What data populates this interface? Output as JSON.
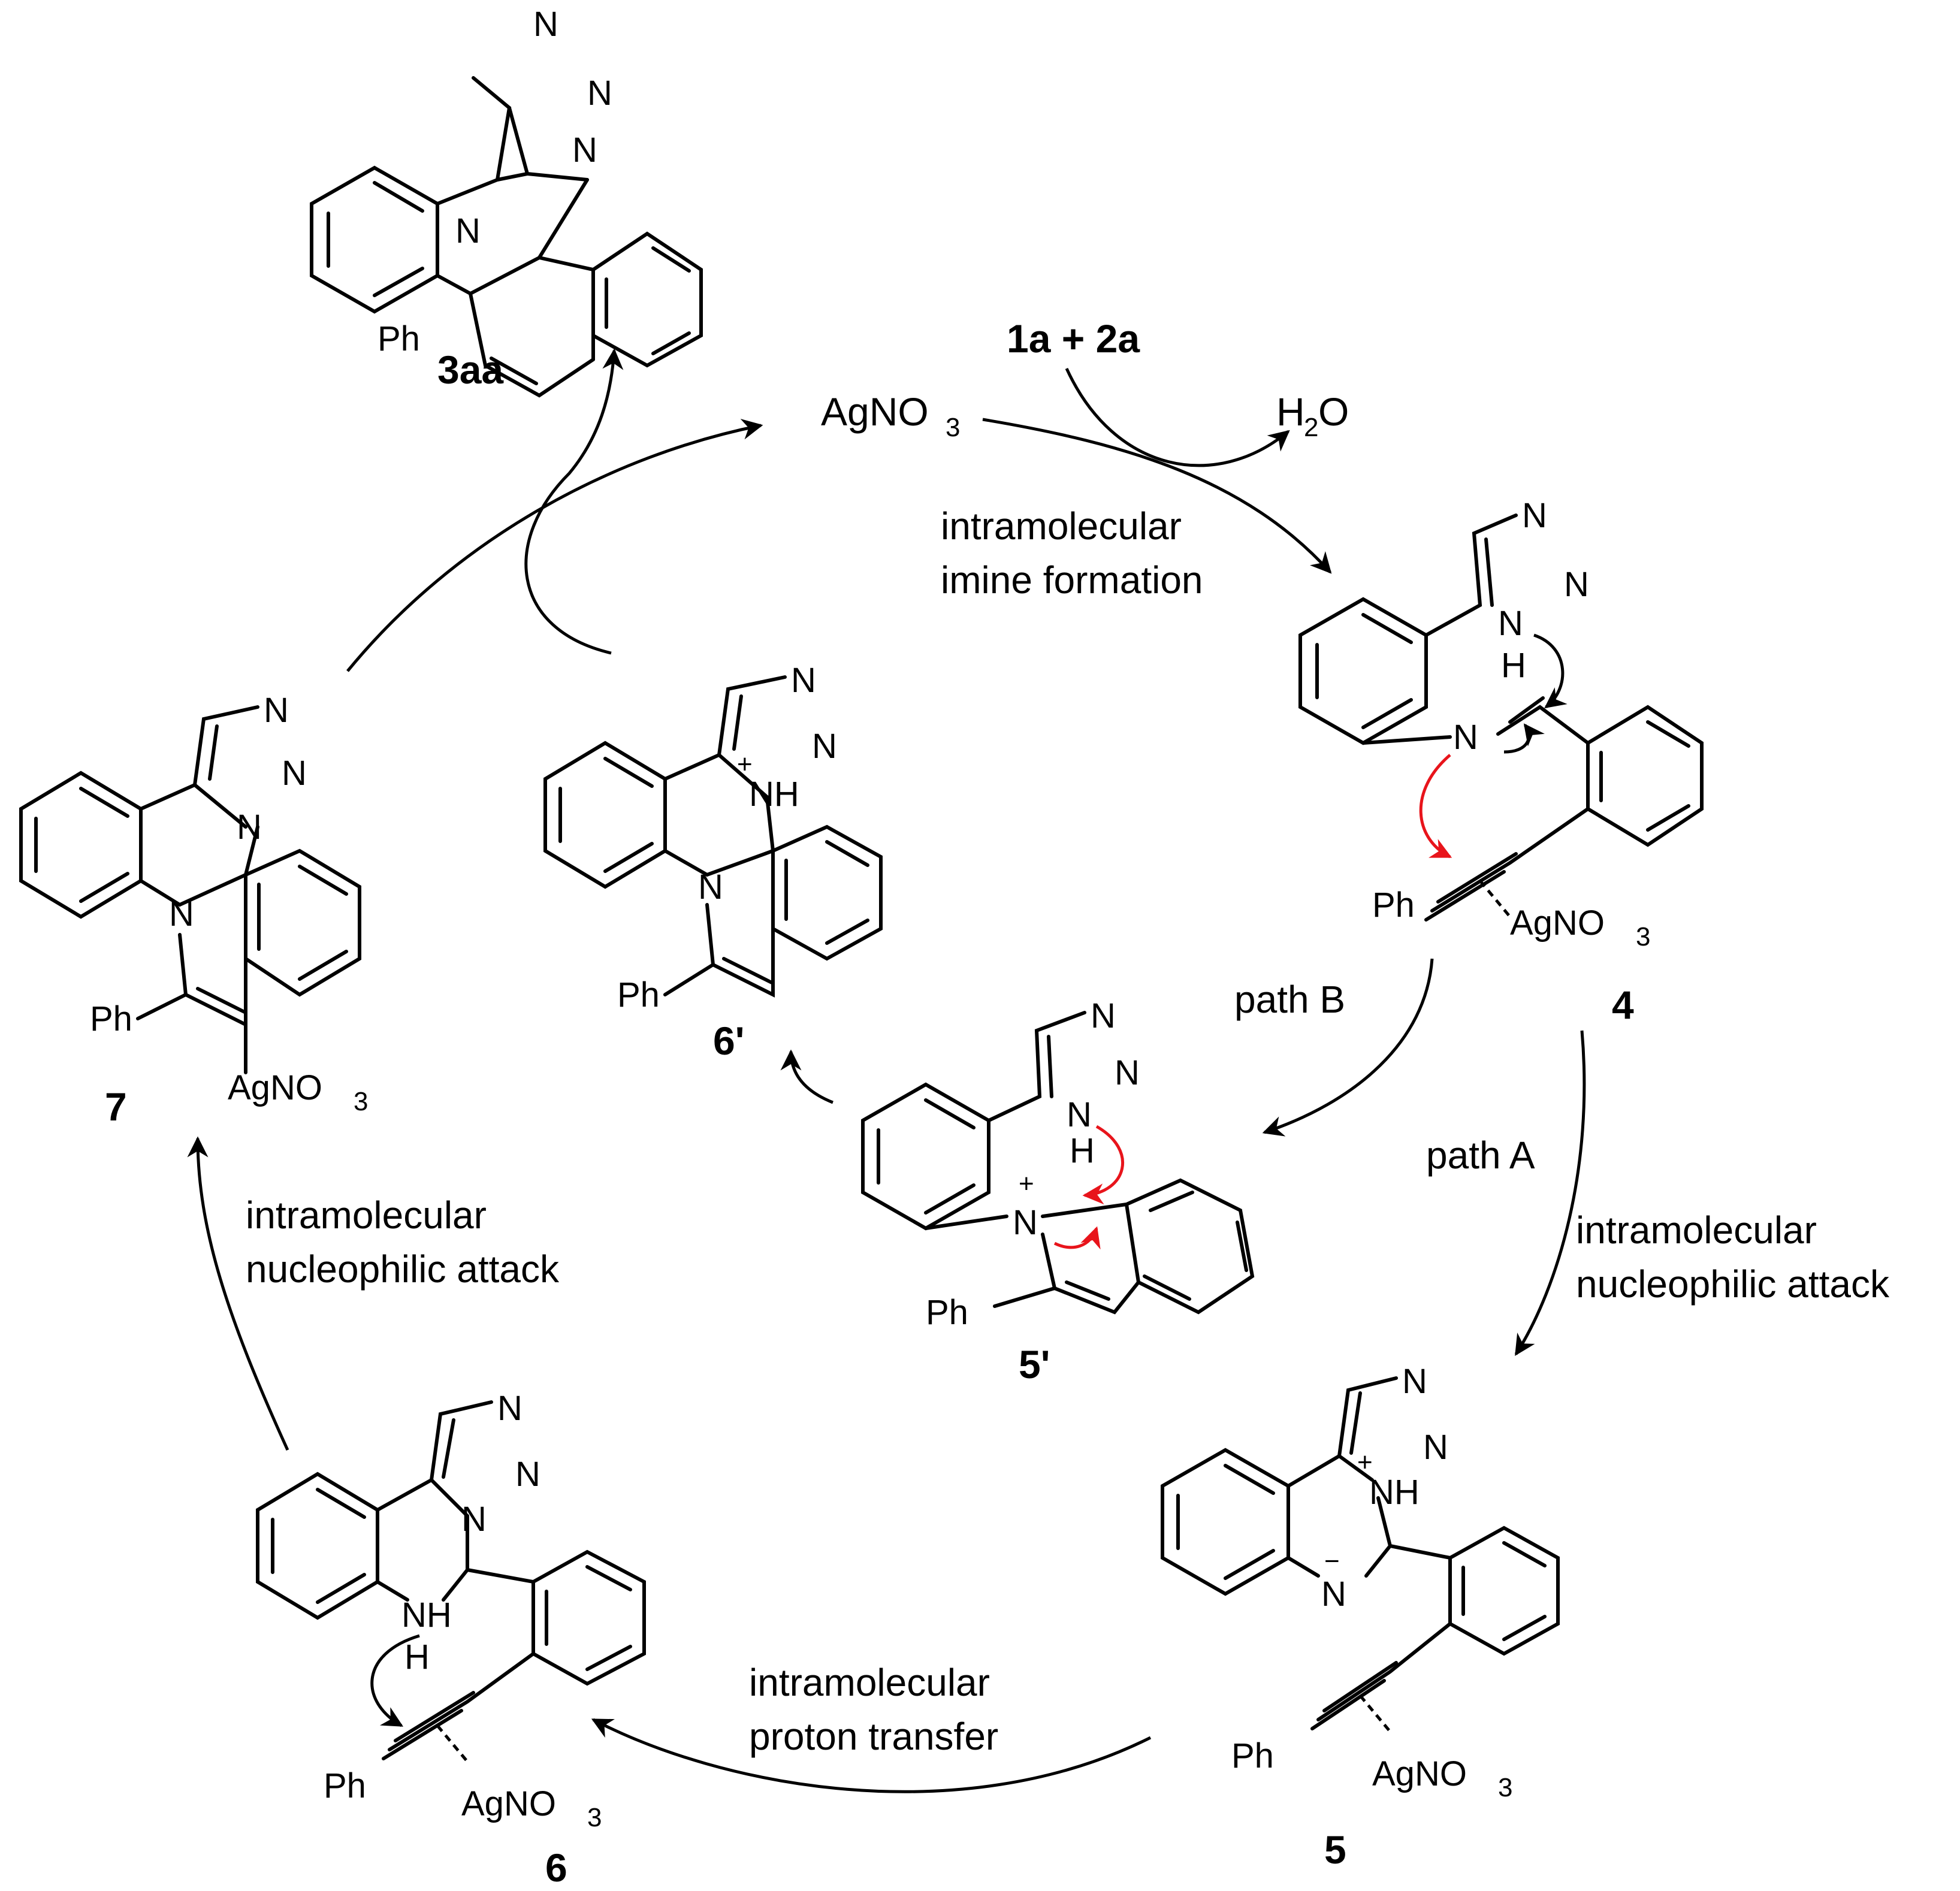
{
  "colors": {
    "ink": "#000000",
    "electron_arrow": "#e8141b",
    "background": "#ffffff"
  },
  "reagents": {
    "start": "1a + 2a",
    "water": "H",
    "water_sub": "2",
    "water_tail": "O",
    "catalyst": "AgNO",
    "catalyst_sub": "3"
  },
  "steps": {
    "imine_1": "intramolecular",
    "imine_2": "imine formation",
    "path_a": "path A",
    "path_b": "path B",
    "nuc_a_1": "intramolecular",
    "nuc_a_2": "nucleophilic attack",
    "proton_1": "intramolecular",
    "proton_2": "proton transfer",
    "nuc_b_1": "intramolecular",
    "nuc_b_2": "nucleophilic attack"
  },
  "compounds": {
    "product": "3aa",
    "c4": "4",
    "c5": "5",
    "c5p": "5'",
    "c6": "6",
    "c6p": "6'",
    "c7": "7"
  },
  "atoms": {
    "N": "N",
    "H": "H",
    "NH": "NH",
    "Ph": "Ph",
    "Ag": "AgNO",
    "Ag_sub": "3",
    "plus": "+",
    "minus": "−"
  }
}
